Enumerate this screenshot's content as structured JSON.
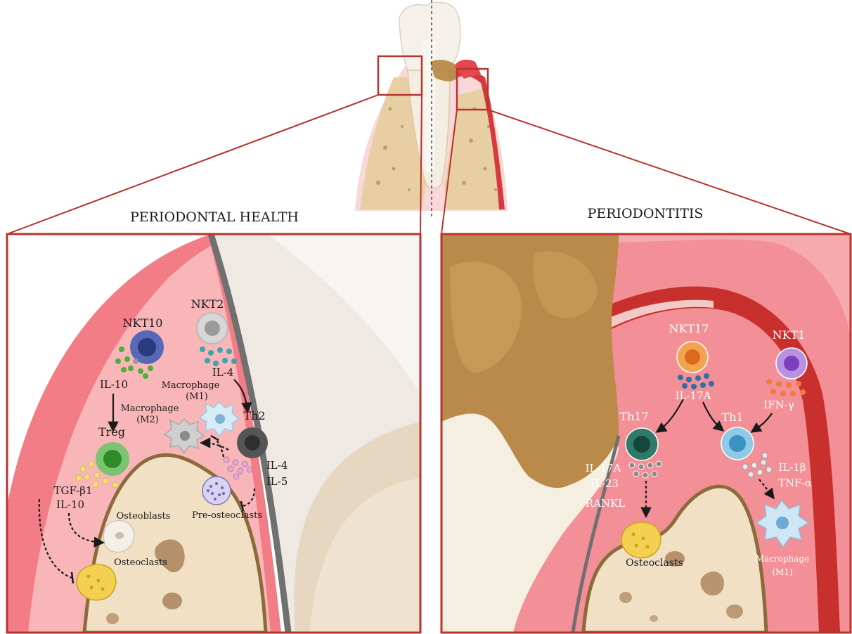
{
  "titles": {
    "left": "PERIODONTAL HEALTH",
    "right": "PERIODONTITIS"
  },
  "health": {
    "nkt10": "NKT10",
    "nkt2": "NKT2",
    "il10_a": "IL-10",
    "il4_a": "IL-4",
    "macrophage_m1_line1": "Macrophage",
    "macrophage_m1_line2": "(M1)",
    "macrophage_m2_line1": "Macrophage",
    "macrophage_m2_line2": "(M2)",
    "th2": "Th2",
    "treg": "Treg",
    "il4_b": "IL-4",
    "il5": "IL-5",
    "tgfb1": "TGF-β1",
    "il10_b": "IL-10",
    "osteoblasts": "Osteoblasts",
    "pre_osteoclasts": "Pre-osteoclasts",
    "osteoclasts": "Osteoclasts"
  },
  "disease": {
    "nkt17": "NKT17",
    "nkt1": "NKT1",
    "il17a_a": "IL-17A",
    "ifng": "IFN-γ",
    "th17": "Th17",
    "th1": "Th1",
    "il17a_b": "IL-17A",
    "il23": "IL-23",
    "rankl": "RANKL",
    "il1b": "IL-1β",
    "tnfa": "TNF-α",
    "osteoclasts": "Osteoclasts",
    "macrophage_line1": "Macrophage",
    "macrophage_line2": "(M1)"
  },
  "colors": {
    "frame_red": "#b8342f",
    "gum_pink": "#f39aa0",
    "gum_dark": "#e45b62",
    "bone": "#f0dcbc",
    "bone_edge": "#8b6a3c",
    "plaque": "#b98a4a",
    "tooth": "#f3ede2"
  }
}
